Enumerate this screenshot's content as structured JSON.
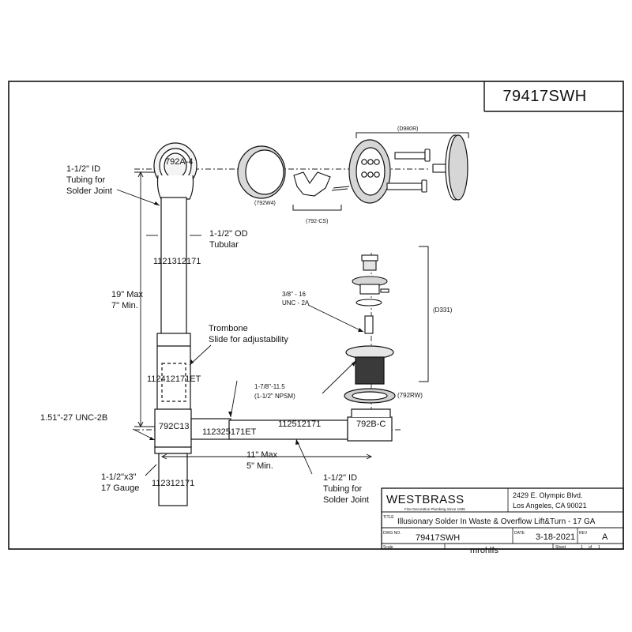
{
  "drawing_number": "79417SWH",
  "parts": {
    "overflow_elbow": "792A-4",
    "overflow_gasket": "(792W4)",
    "faceplate_assembly": "(D980R)",
    "connector_spring": "(792-CS)",
    "drain_assembly": "(D331)",
    "drain_gasket": "(792RW)",
    "waste_tee": "792C13",
    "shoe_elbow": "792B-C",
    "overflow_tube": "1121312171",
    "trombone_tube": "112412171ET",
    "horizontal_trombone": "112325171ET",
    "horizontal_tube": "112512171",
    "tailpiece": "112312171"
  },
  "annotations": {
    "id_tubing_line1": "1-1/2\" ID",
    "id_tubing_line2": "Tubing for",
    "id_tubing_line3": "Solder Joint",
    "od_tubular_line1": "1-1/2\" OD",
    "od_tubular_line2": "Tubular",
    "height_max": "19\" Max",
    "height_min": "7\" Min.",
    "trombone_line1": "Trombone",
    "trombone_line2": "Slide for adjustability",
    "thread_unc_line1": "3/8\" - 16",
    "thread_unc_line2": "UNC - 2A",
    "thread_npsm_line1": "1-7/8\"-11.5",
    "thread_npsm_line2": "(1-1/2\" NPSM)",
    "tee_thread": "1.51\"-27 UNC-2B",
    "tailpiece_line1": "1-1/2\"x3\"",
    "tailpiece_line2": "17 Gauge",
    "width_max": "11\" Max",
    "width_min": "5\" Min.",
    "bottom_id_line1": "1-1/2\" ID",
    "bottom_id_line2": "Tubing for",
    "bottom_id_line3": "Solder Joint"
  },
  "title_block": {
    "company": "WESTBRASS",
    "tagline": "Fine Decorative Plumbing Since 1935",
    "address_line1": "2429 E. Olympic Blvd.",
    "address_line2": "Los Angeles, CA 90021",
    "title_label": "TITLE",
    "title": "Illusionary Solder In Waste & Overflow Lift&Turn - 17 GA",
    "dwg_label": "DWG NO.",
    "dwg_no": "79417SWH",
    "date_label": "DATE",
    "date": "3-18-2021",
    "rev_label": "REV",
    "rev": "A",
    "scale_label": "Scale",
    "drawn_by": "mrohlfs",
    "sheet_label": "Sheet",
    "sheet": "1",
    "of_label": "of",
    "sheet_total": "1"
  }
}
